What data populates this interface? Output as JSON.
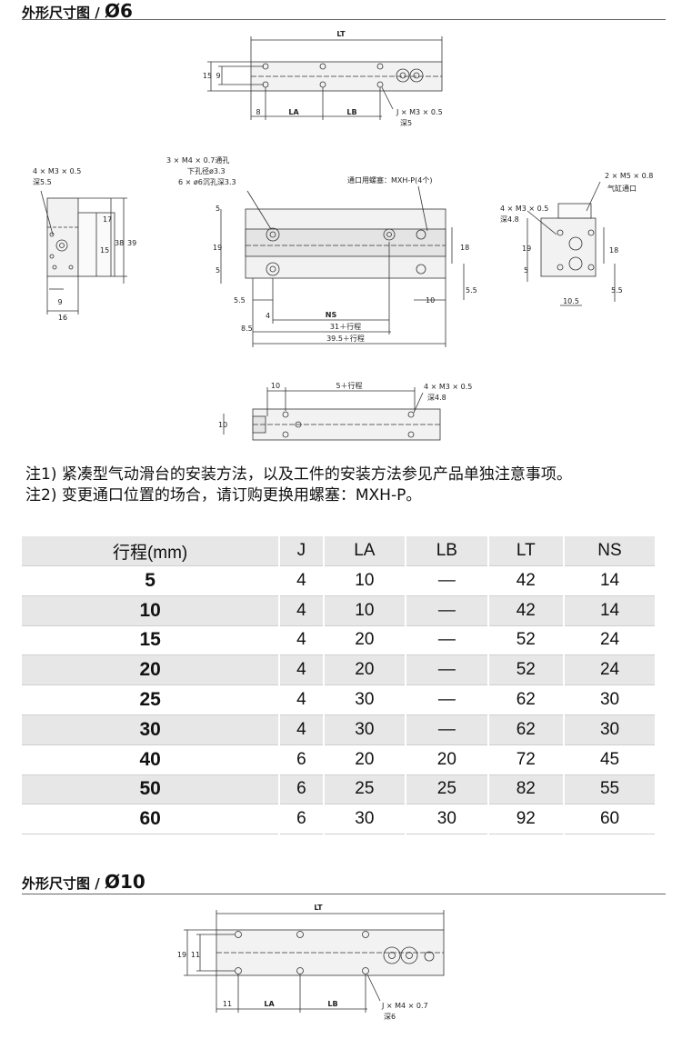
{
  "section1": {
    "title": "外形尺寸图 / ",
    "symbol": "Ø6"
  },
  "section2": {
    "title": "外形尺寸图 / ",
    "symbol": "Ø10"
  },
  "diagram1": {
    "top": {
      "LT": "LT",
      "h15": "15",
      "h9": "9",
      "d8": "8",
      "LA": "LA",
      "LB": "LB",
      "J": "J × M3 × 0.5",
      "depth": "深5"
    },
    "left": {
      "thread": "4 × M3 × 0.5",
      "depth": "深5.5",
      "h17": "17",
      "h15": "15",
      "h38": "38",
      "h39": "39",
      "w9": "9",
      "w16": "16"
    },
    "center": {
      "m1": "3 × M4 × 0.7通孔",
      "m2": "下孔径ø3.3",
      "m3": "6 × ø6沉孔深3.3",
      "plug": "通口用螺塞：MXH-P(4个)",
      "v5a": "5",
      "v19": "19",
      "v5b": "5",
      "v18": "18",
      "v55": "5.5",
      "w55": "5.5",
      "NS": "NS",
      "w4": "4",
      "w10": "10",
      "w85": "8.5",
      "s31": "31＋行程",
      "s395": "39.5＋行程"
    },
    "right": {
      "port": "2 × M5 × 0.8",
      "portLabel": "气缸通口",
      "thread": "4 × M3 × 0.5",
      "depth": "深4.8",
      "h19": "19",
      "h5": "5",
      "h18": "18",
      "h55": "5.5",
      "w105": "10.5"
    },
    "bottom": {
      "w10": "10",
      "stroke": "5＋行程",
      "thread": "4 × M3 × 0.5",
      "depth": "深4.8",
      "h10": "10"
    }
  },
  "notes": [
    "注1) 紧凑型气动滑台的安装方法，以及工件的安装方法参见产品单独注意事项。",
    "注2) 变更通口位置的场合，请订购更换用螺塞：MXH-P。"
  ],
  "table": {
    "headers": [
      "行程(mm)",
      "J",
      "LA",
      "LB",
      "LT",
      "NS"
    ],
    "rows": [
      [
        "5",
        "4",
        "10",
        "—",
        "42",
        "14"
      ],
      [
        "10",
        "4",
        "10",
        "—",
        "42",
        "14"
      ],
      [
        "15",
        "4",
        "20",
        "—",
        "52",
        "24"
      ],
      [
        "20",
        "4",
        "20",
        "—",
        "52",
        "24"
      ],
      [
        "25",
        "4",
        "30",
        "—",
        "62",
        "30"
      ],
      [
        "30",
        "4",
        "30",
        "—",
        "62",
        "30"
      ],
      [
        "40",
        "6",
        "20",
        "20",
        "72",
        "45"
      ],
      [
        "50",
        "6",
        "25",
        "25",
        "82",
        "55"
      ],
      [
        "60",
        "6",
        "30",
        "30",
        "92",
        "60"
      ]
    ]
  },
  "diagram2": {
    "LT": "LT",
    "h19": "19",
    "h11": "11",
    "d11": "11",
    "LA": "LA",
    "LB": "LB",
    "J": "J × M4 × 0.7",
    "depth": "深6"
  }
}
